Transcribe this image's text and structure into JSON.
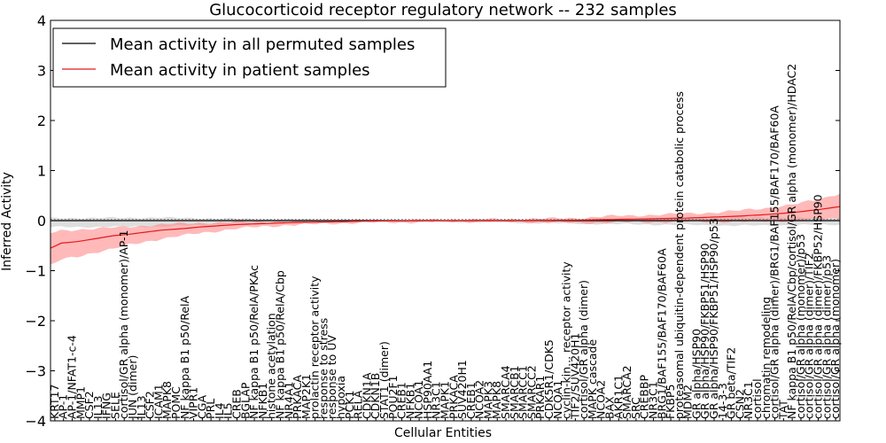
{
  "chart_data": {
    "type": "line",
    "title": "Glucocorticoid receptor regulatory network -- 232 samples",
    "xlabel": "Cellular Entities",
    "ylabel": "Inferred Activity",
    "ylim": [
      -4,
      4
    ],
    "yticks": [
      "4",
      "3",
      "2",
      "1",
      "0",
      "−1",
      "−2",
      "−3",
      "−4"
    ],
    "n_entities": 150,
    "legend_position": "top-left",
    "series": [
      {
        "name": "Mean activity in all permuted samples",
        "color": "#000000",
        "band_color": "#c8c8c8",
        "mean_points": [
          [
            0,
            0.0
          ],
          [
            149,
            0.0
          ]
        ],
        "band_upper": [
          [
            0,
            0.05
          ],
          [
            20,
            0.06
          ],
          [
            40,
            0.03
          ],
          [
            60,
            0.0
          ],
          [
            80,
            0.01
          ],
          [
            100,
            0.03
          ],
          [
            115,
            0.05
          ],
          [
            130,
            0.07
          ],
          [
            140,
            0.06
          ],
          [
            149,
            0.05
          ]
        ],
        "band_lower": [
          [
            0,
            -0.13
          ],
          [
            20,
            -0.12
          ],
          [
            40,
            -0.05
          ],
          [
            60,
            -0.02
          ],
          [
            80,
            -0.03
          ],
          [
            100,
            -0.06
          ],
          [
            115,
            -0.08
          ],
          [
            130,
            -0.1
          ],
          [
            140,
            -0.09
          ],
          [
            149,
            -0.08
          ]
        ]
      },
      {
        "name": "Mean activity in patient samples",
        "color": "#e31a1c",
        "band_color": "#ff8080",
        "mean_points": [
          [
            0,
            -0.55
          ],
          [
            2,
            -0.45
          ],
          [
            5,
            -0.42
          ],
          [
            8,
            -0.37
          ],
          [
            12,
            -0.3
          ],
          [
            15,
            -0.27
          ],
          [
            18,
            -0.23
          ],
          [
            21,
            -0.19
          ],
          [
            25,
            -0.16
          ],
          [
            28,
            -0.13
          ],
          [
            32,
            -0.1
          ],
          [
            35,
            -0.08
          ],
          [
            40,
            -0.06
          ],
          [
            45,
            -0.04
          ],
          [
            50,
            -0.03
          ],
          [
            55,
            -0.02
          ],
          [
            60,
            -0.01
          ],
          [
            70,
            0.0
          ],
          [
            80,
            0.0
          ],
          [
            90,
            0.0
          ],
          [
            100,
            0.01
          ],
          [
            105,
            0.02
          ],
          [
            110,
            0.03
          ],
          [
            115,
            0.04
          ],
          [
            120,
            0.05
          ],
          [
            125,
            0.07
          ],
          [
            130,
            0.09
          ],
          [
            135,
            0.12
          ],
          [
            140,
            0.16
          ],
          [
            145,
            0.22
          ],
          [
            149,
            0.28
          ]
        ],
        "band_upper": [
          [
            0,
            -0.25
          ],
          [
            2,
            -0.2
          ],
          [
            5,
            -0.18
          ],
          [
            8,
            -0.16
          ],
          [
            12,
            -0.14
          ],
          [
            15,
            -0.12
          ],
          [
            18,
            -0.1
          ],
          [
            21,
            -0.08
          ],
          [
            25,
            -0.06
          ],
          [
            28,
            -0.05
          ],
          [
            32,
            -0.04
          ],
          [
            35,
            -0.03
          ],
          [
            40,
            -0.02
          ],
          [
            50,
            -0.01
          ],
          [
            60,
            0.0
          ],
          [
            80,
            0.02
          ],
          [
            100,
            0.05
          ],
          [
            105,
            0.09
          ],
          [
            110,
            0.1
          ],
          [
            115,
            0.12
          ],
          [
            120,
            0.14
          ],
          [
            125,
            0.16
          ],
          [
            130,
            0.2
          ],
          [
            135,
            0.25
          ],
          [
            140,
            0.32
          ],
          [
            145,
            0.42
          ],
          [
            149,
            0.55
          ]
        ],
        "band_lower": [
          [
            0,
            -0.9
          ],
          [
            2,
            -0.78
          ],
          [
            5,
            -0.72
          ],
          [
            8,
            -0.64
          ],
          [
            12,
            -0.56
          ],
          [
            15,
            -0.48
          ],
          [
            18,
            -0.42
          ],
          [
            21,
            -0.36
          ],
          [
            25,
            -0.3
          ],
          [
            28,
            -0.25
          ],
          [
            32,
            -0.2
          ],
          [
            35,
            -0.16
          ],
          [
            40,
            -0.12
          ],
          [
            45,
            -0.09
          ],
          [
            50,
            -0.07
          ],
          [
            55,
            -0.05
          ],
          [
            60,
            -0.04
          ],
          [
            70,
            -0.03
          ],
          [
            80,
            -0.02
          ],
          [
            90,
            -0.03
          ],
          [
            100,
            -0.05
          ],
          [
            105,
            -0.04
          ],
          [
            110,
            -0.03
          ],
          [
            115,
            -0.03
          ],
          [
            120,
            -0.02
          ],
          [
            125,
            -0.02
          ],
          [
            130,
            -0.02
          ],
          [
            135,
            -0.01
          ],
          [
            140,
            0.0
          ],
          [
            145,
            0.02
          ],
          [
            149,
            0.05
          ]
        ]
      }
    ],
    "x_tick_labels": [
      "KRT17",
      "AP-1",
      "AP-1/NFAT1-c-4",
      "MMP1",
      "CSF2",
      "IL13",
      "IFNG",
      "SELE",
      "cortisol/GR alpha (monomer)/AP-1",
      "JUN (dimer)",
      "IL13",
      "CSF2",
      "ICAM1",
      "MAPK8",
      "POMC",
      "NF kappa B1 p50/RelA",
      "VIPR1",
      "CGA",
      "PRL",
      "IL4",
      "IL5",
      "CREB",
      "BGLAP",
      "NF kappa B1 p50/RelA/PKAc",
      "NFKB1",
      "histone acetylation",
      "NF kappa B1 p50/RelA/Cbp",
      "NR4A1",
      "PRKACA",
      "MAP2K1",
      "prolactin receptor activity",
      "response to stress",
      "response to UV",
      "hypoxia",
      "PCK1",
      "RELA",
      "CDKN1A",
      "CDKN1B",
      "STAT1 (dimer)",
      "POU2F1",
      "CREB1",
      "NFKB1",
      "NCOA1",
      "HSP90AA1",
      "NR3C1",
      "MAPK1",
      "PRKACA",
      "SUV420H1",
      "CREB1",
      "NCOA2",
      "MAPK3",
      "MAPK8",
      "SMARCA4",
      "SMARCB1",
      "SMARCC1",
      "SMARCC2",
      "PRKAR1",
      "CDK5R1/CDK5",
      "NCOA1",
      "cyclin-kin... receptor activity",
      "TIF2/SUV420H1",
      "cortisol/GR alpha (dimer)",
      "MAPK cascade",
      "NCOA2",
      "BAX",
      "AKR1C1",
      "SMARCA2",
      "SRC",
      "CREBBP",
      "NR3C1",
      "BRG1/BAF155/BAF170/BAF60A",
      "FKBP5",
      "proteasomal ubiquitin-dependent protein catabolic process",
      "MDM2",
      "GR alpha/HSP90",
      "GR alpha/HSP90/FKBP51/HSP90",
      "GR alpha/HSP90/FKBP51/HSP90/p53",
      "14-3-3",
      "GR beta/TIF2",
      "CSN2",
      "NR3C1",
      "cortisol",
      "chromatin remodeling",
      "cortisol/GR alpha (dimer)/BRG1/BAF155/BAF170/BAF60A",
      "TAT",
      "NF kappa B1 p50/RelA/Cbp/cortisol/GR alpha (monomer)/HDAC2",
      "cortisol/GR alpha (monomer)/p53",
      "cortisol/GR alpha (dimer)/TIF2",
      "cortisol/GR alpha (dimer)/FKBP52/HSP90",
      "cortisol/GR alpha (dimer)/p53",
      "cortisol/GR alpha (monomer)"
    ]
  }
}
